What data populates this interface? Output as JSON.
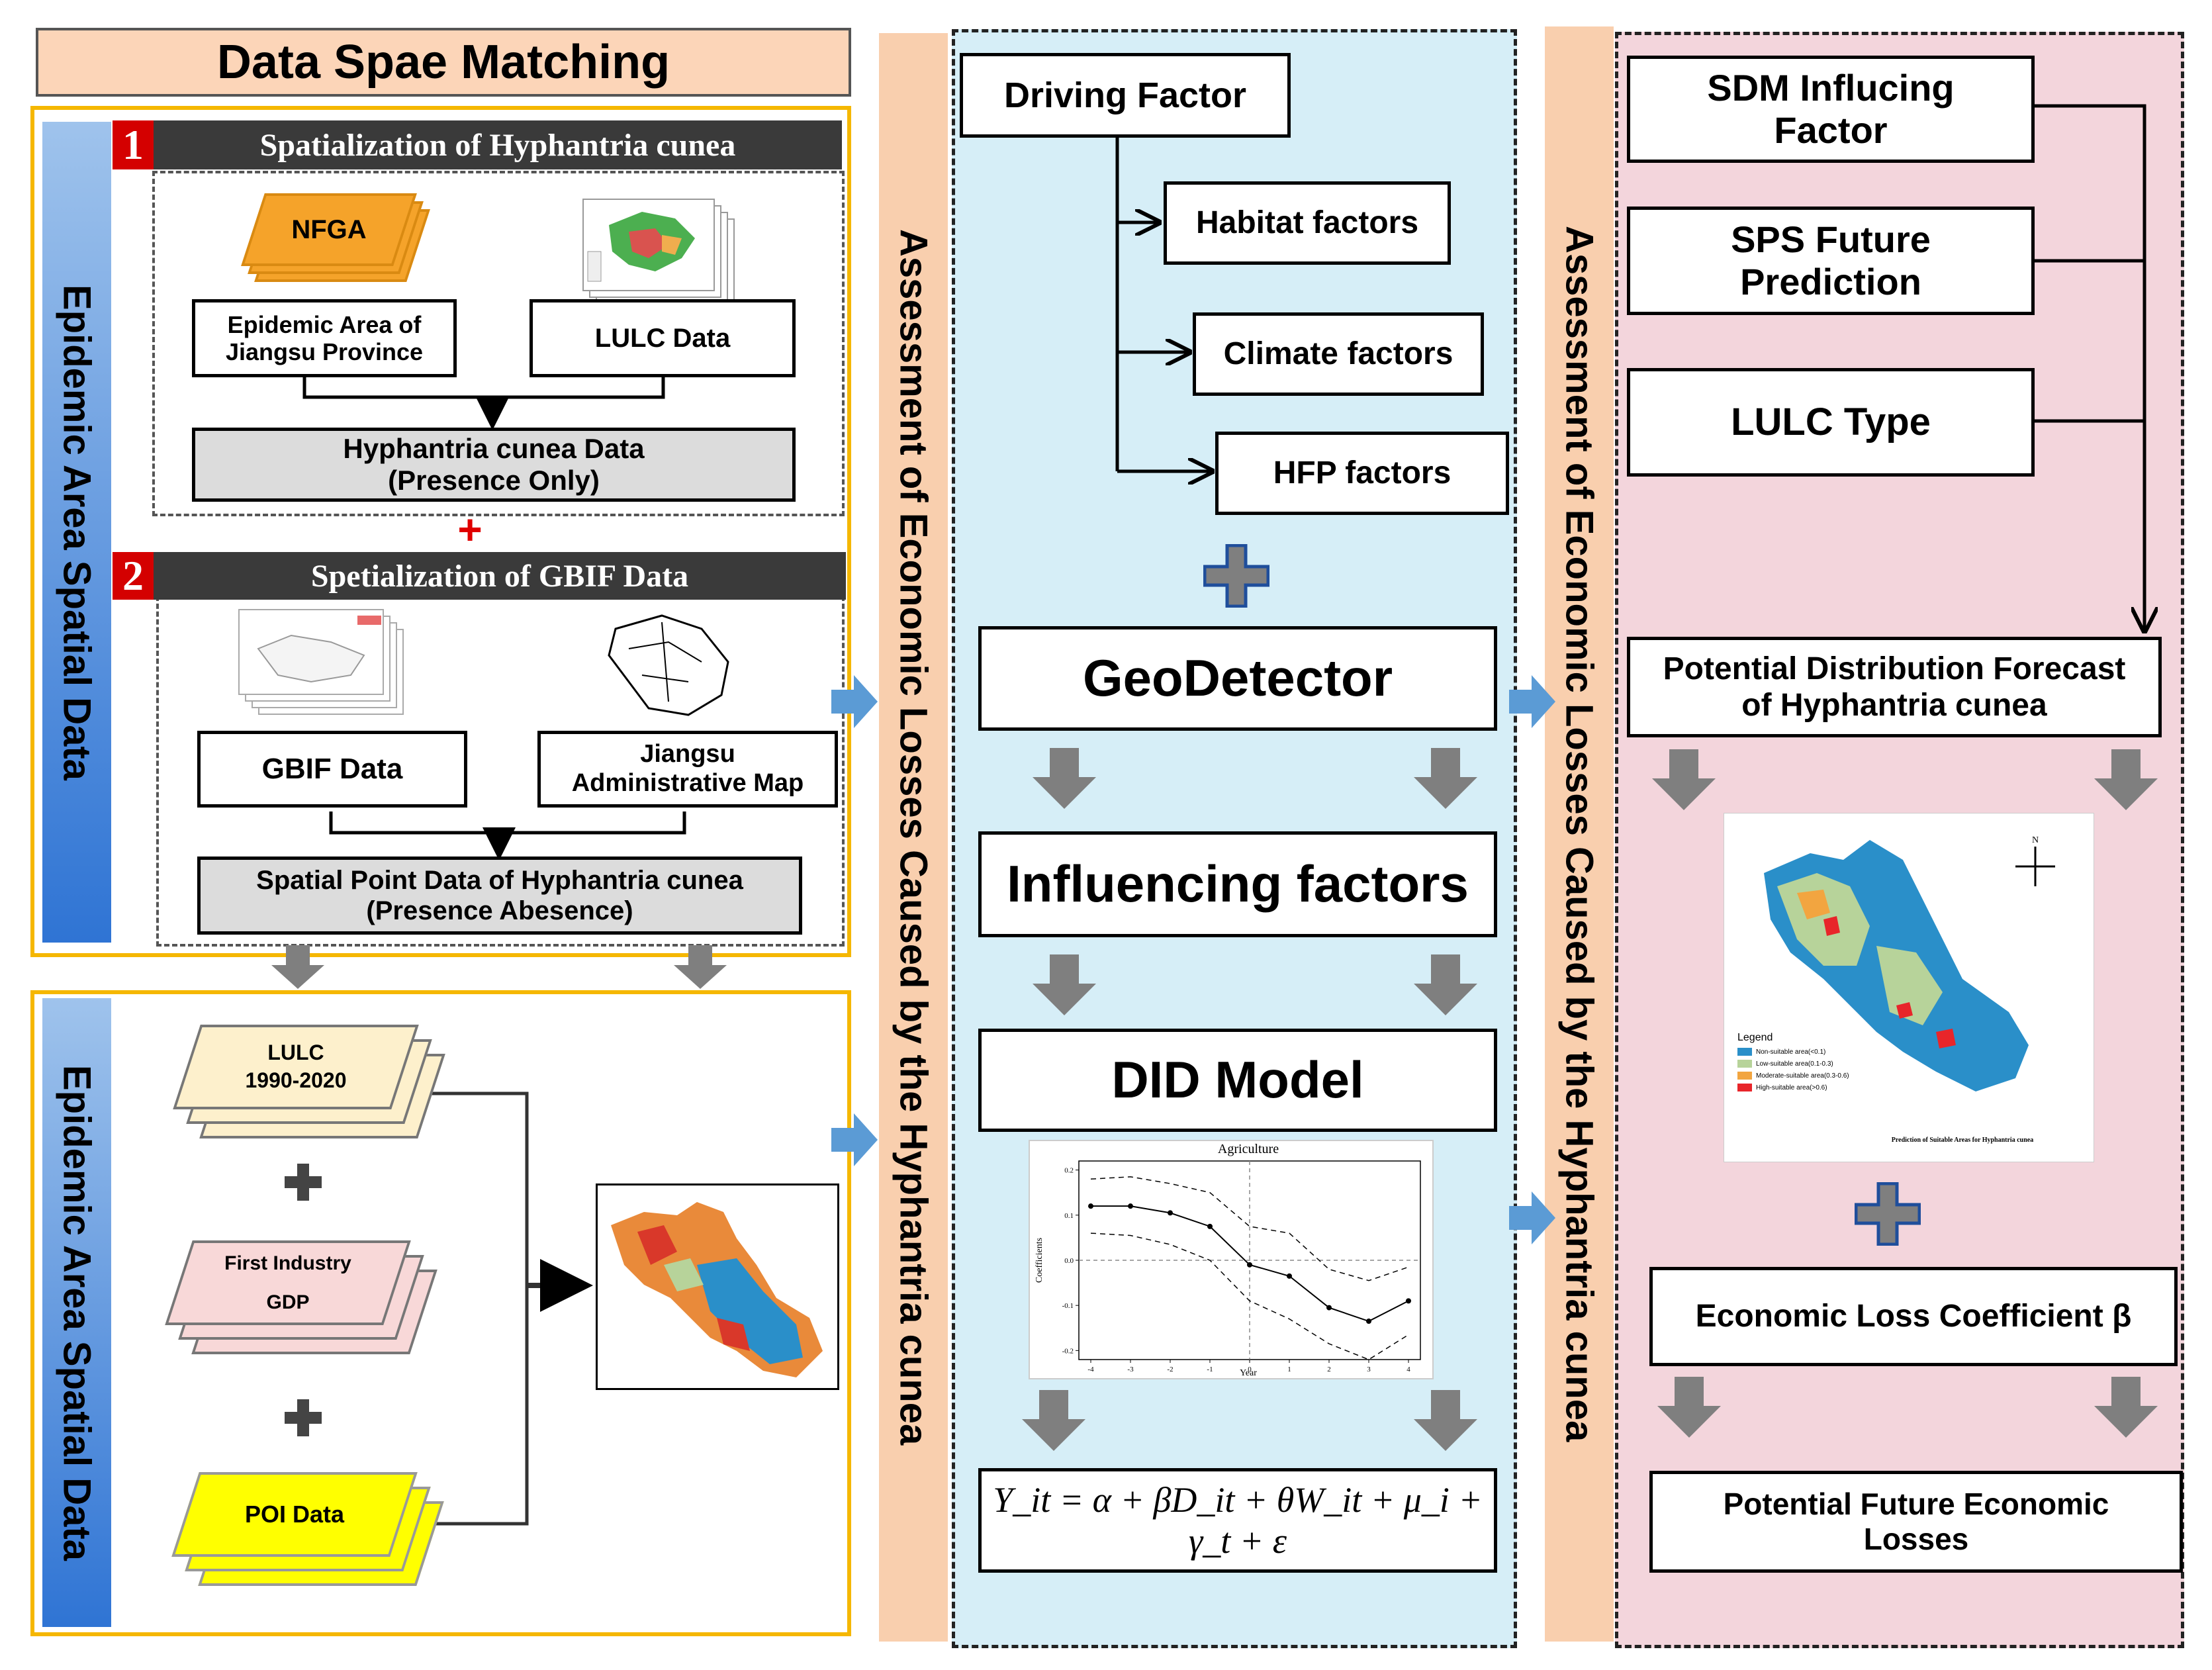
{
  "title": "Data Spae Matching",
  "left_column": {
    "side_label_top": "Epidemic Area Spatial Data",
    "side_label_bottom": "Epidemic Area Spatial Data",
    "section1": {
      "number": "1",
      "title": "Spatialization of Hyphantria cunea",
      "nfga": "NFGA",
      "epidemic_area": "Epidemic Area of Jiangsu Province",
      "lulc_data": "LULC Data",
      "hyphantria_data": "Hyphantria cunea Data",
      "hyphantria_data_sub": "(Presence Only)"
    },
    "plus_symbol": "+",
    "section2": {
      "number": "2",
      "title": "Spetialization of GBIF Data",
      "gbif_data": "GBIF Data",
      "admin_map_line1": "Jiangsu",
      "admin_map_line2": "Administrative  Map",
      "spatial_point": "Spatial Point Data of Hyphantria cunea",
      "spatial_point_sub": "(Presence Abesence)"
    },
    "bottom": {
      "lulc_line1": "LULC",
      "lulc_line2": "1990-2020",
      "first_industry_line1": "First Industry",
      "first_industry_line2": "GDP",
      "poi": "POI Data"
    }
  },
  "vertical_banner_1": "Assessment of Economic Losses Caused by the Hyphantria cunea",
  "vertical_banner_2": "Assessment of Economic Losses Caused by the Hyphantria cunea",
  "middle_column": {
    "driving_factor": "Driving Factor",
    "habitat": "Habitat factors",
    "climate": "Climate factors",
    "hfp": "HFP factors",
    "geodetector": "GeoDetector",
    "influencing": "Influencing factors",
    "did": "DID Model",
    "formula": "Y_it = α + βD_it + θW_it + μ_i + γ_t + ε"
  },
  "did_chart": {
    "title": "Agriculture",
    "xlabel": "Year",
    "ylabel": "Coefficients"
  },
  "chart_data": {
    "type": "line",
    "title": "Agriculture",
    "xlabel": "Year",
    "ylabel": "Coefficients",
    "x": [
      -4,
      -3,
      -2,
      -1,
      0,
      1,
      2,
      3,
      4
    ],
    "series": [
      {
        "values": [
          0.12,
          0.12,
          0.105,
          0.075,
          -0.01,
          -0.035,
          -0.105,
          -0.135,
          -0.09
        ]
      },
      {
        "values": [
          0.18,
          0.185,
          0.17,
          0.15,
          0.075,
          0.06,
          -0.02,
          -0.045,
          -0.015
        ]
      },
      {
        "values": [
          0.06,
          0.055,
          0.035,
          0.0,
          -0.09,
          -0.13,
          -0.185,
          -0.22,
          -0.165
        ]
      }
    ],
    "ylim": [
      -0.22,
      0.22
    ],
    "yticks": [
      0.2,
      0.1,
      0.0,
      -0.1,
      -0.2
    ],
    "xticks": [
      -4,
      -3,
      -2,
      -1,
      0,
      1,
      2,
      3,
      4
    ]
  },
  "right_column": {
    "sdm_line1": "SDM Influcing",
    "sdm_line2": "Factor",
    "sps_line1": "SPS Future",
    "sps_line2": "Prediction",
    "lulc_type": "LULC Type",
    "pdf_line1": "Potential Distribution Forecast",
    "pdf_line2": "of Hyphantria cunea",
    "econ_coeff": "Economic Loss Coefficient β",
    "future_line1": "Potential Future Economic",
    "future_line2": "Losses"
  },
  "suitability_map": {
    "legend_title": "Legend",
    "legend_items": [
      {
        "label": "Non-suitable area(<0.1)",
        "color": "#2a8fc9"
      },
      {
        "label": "Low-suitable area(0.1-0.3)",
        "color": "#b7d39a"
      },
      {
        "label": "Moderate-suitable area(0.3-0.6)",
        "color": "#f2a540"
      },
      {
        "label": "High-suitable area(>0.6)",
        "color": "#e8252a"
      }
    ],
    "caption": "Prediction of Suitable Areas for Hyphantria cunea"
  },
  "colors": {
    "orange_panel_border": "#f5b700",
    "title_bg": "#fcd5b8",
    "banner_bg": "#f9cfae",
    "blue_panel": "#d6eef7",
    "pink_panel": "#f3d5dc",
    "side_bar_top": "#9fc3ec",
    "side_bar_bottom": "#2f74d4",
    "nfga": "#f5a32a",
    "lulc_layer": "#fdf0cc",
    "gdp_layer": "#f8d8d8",
    "poi_layer": "#ffff00",
    "plus_blue": "#1f4e9b",
    "arrow_gray": "#7f7f7f",
    "arrow_blue": "#5b9bd5"
  }
}
